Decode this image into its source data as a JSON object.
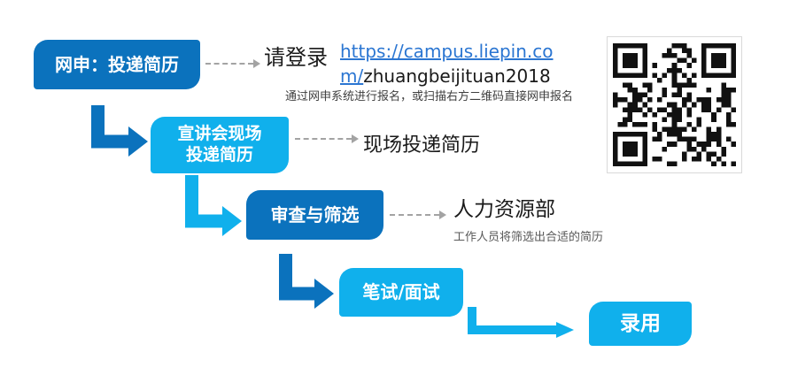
{
  "colors": {
    "dark_blue": "#0b72bd",
    "light_blue": "#10b0ec",
    "link_blue": "#2b76d2",
    "text_dark": "#1a1a1a",
    "note_gray": "#595959",
    "connector_gray": "#a3a3a3"
  },
  "flow": {
    "steps": [
      {
        "label": "网申：投递简历"
      },
      {
        "line1": "宣讲会现场",
        "line2": "投递简历"
      },
      {
        "label": "审查与筛选"
      },
      {
        "label": "笔试/面试"
      },
      {
        "label": "录用"
      }
    ]
  },
  "annotations": {
    "login": {
      "prefix": "请登录",
      "link_line1": "https://campus.liepin.co",
      "link_line2": "m/",
      "plain": "zhuangbeijituan2018",
      "note": "通过网申系统进行报名，或扫描右方二维码直接网申报名"
    },
    "onsite": {
      "text": "现场投递简历"
    },
    "hr": {
      "title": "人力资源部",
      "note": "工作人员将筛选出合适的简历"
    }
  }
}
